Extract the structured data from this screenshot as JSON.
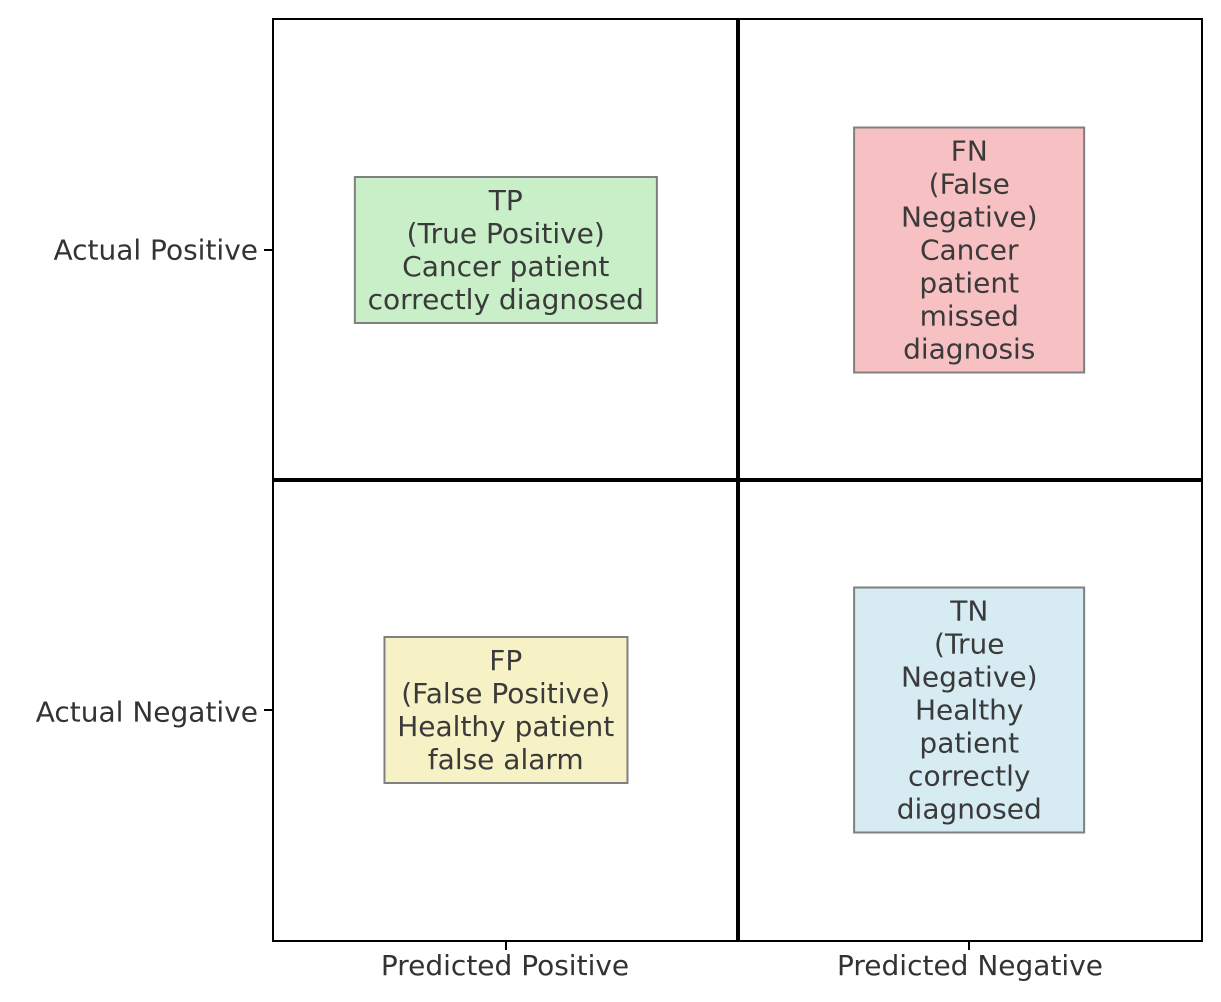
{
  "figure": {
    "background": "#ffffff",
    "frame_color": "#000000",
    "divider_color": "#000000",
    "box_border_color": "#808080",
    "text_color": "#3a3a3a"
  },
  "axis": {
    "y_labels": [
      "Actual Positive",
      "Actual Negative"
    ],
    "x_labels": [
      "Predicted Positive",
      "Predicted Negative"
    ]
  },
  "quadrants": [
    {
      "name": "true-positive",
      "text": "TP\n(True Positive)\nCancer patient\ncorrectly diagnosed",
      "fill": "#c8efc8",
      "border": "#808080"
    },
    {
      "name": "false-negative",
      "text": "FN\n(False Negative)\nCancer patient\nmissed diagnosis",
      "fill": "#f7c0c2",
      "border": "#808080"
    },
    {
      "name": "false-positive",
      "text": "FP\n(False Positive)\nHealthy patient\nfalse alarm",
      "fill": "#f7f2c5",
      "border": "#808080"
    },
    {
      "name": "true-negative",
      "text": "TN\n(True Negative)\nHealthy patient\ncorrectly diagnosed",
      "fill": "#d6ebf2",
      "border": "#808080"
    }
  ]
}
